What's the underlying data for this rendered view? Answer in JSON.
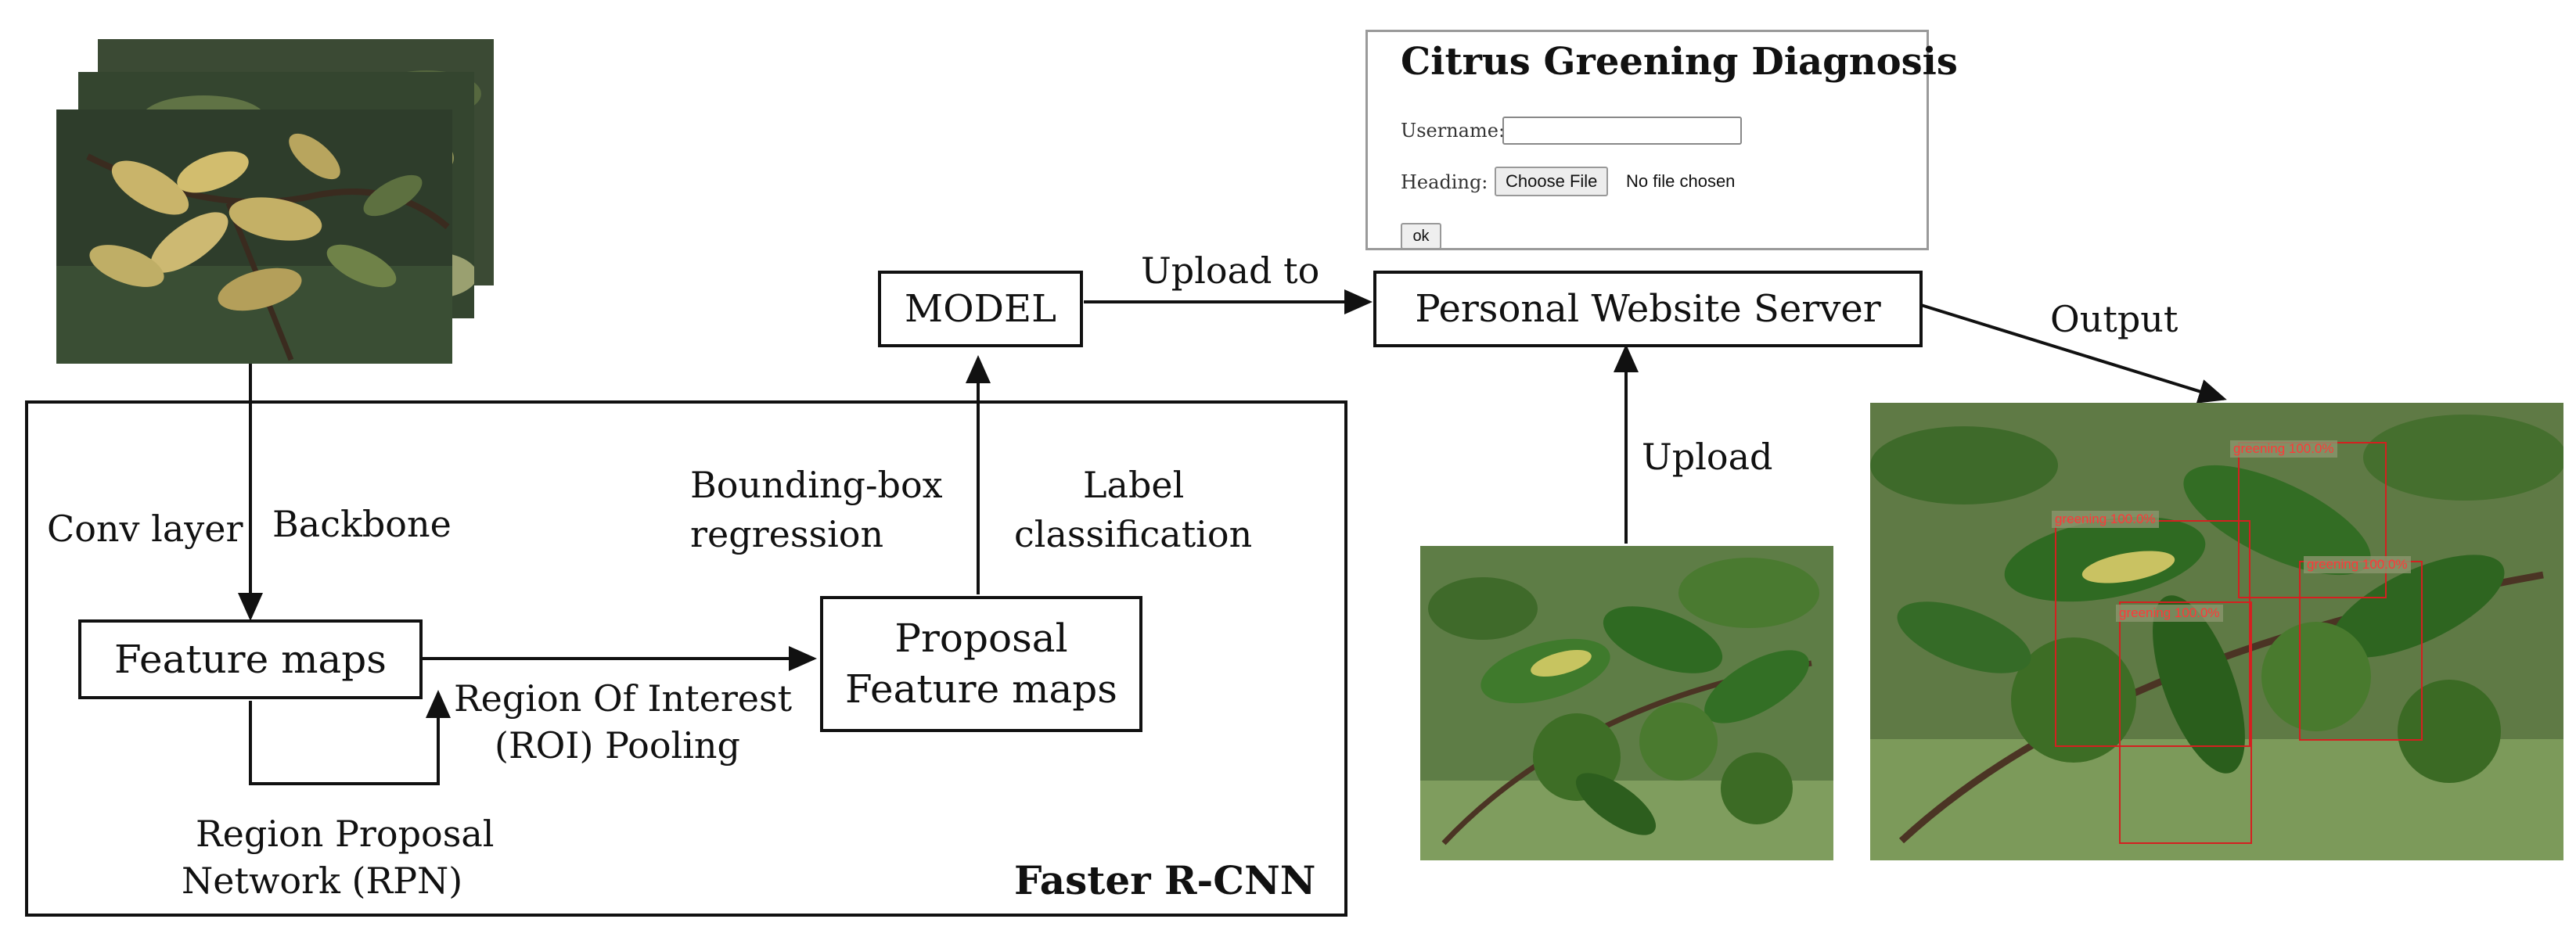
{
  "diagram": {
    "framework_label": "Faster R-CNN",
    "nodes": {
      "feature_maps": "Feature maps",
      "proposal_feature_maps_line1": "Proposal",
      "proposal_feature_maps_line2": "Feature maps",
      "model": "MODEL",
      "server": "Personal Website Server"
    },
    "edge_labels": {
      "conv_layer": "Conv layer",
      "backbone": "Backbone",
      "roi_pooling_line1": "Region Of Interest",
      "roi_pooling_line2": "(ROI) Pooling",
      "rpn_line1": "Region Proposal",
      "rpn_line2": "Network (RPN)",
      "bbox_line1": "Bounding-box",
      "bbox_line2": "regression",
      "label_line1": "Label",
      "label_line2": "classification",
      "upload_to": "Upload to",
      "upload": "Upload",
      "output": "Output"
    }
  },
  "webform": {
    "title": "Citrus Greening Diagnosis",
    "username_label": "Username:",
    "heading_label": "Heading:",
    "choose_file_button": "Choose File",
    "no_file_text": "No file chosen",
    "ok_button": "ok"
  },
  "detections": [
    {
      "label": "greening 100.0%"
    },
    {
      "label": "greening 100.0%"
    },
    {
      "label": "greening 100.0%"
    },
    {
      "label": "greening 100.0%"
    }
  ],
  "colors": {
    "line": "#111111",
    "detection_box": "#d42020",
    "detection_text": "#ff3838",
    "leaf_dark": "#2f5a1f",
    "leaf_yellow": "#c8b15a"
  }
}
